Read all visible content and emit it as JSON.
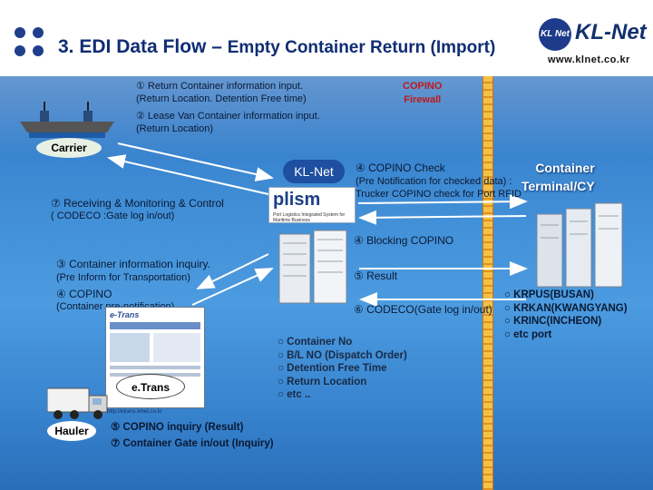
{
  "header": {
    "title_main": "3. EDI Data Flow",
    "title_sub": "Empty Container Return (Import)",
    "dash": "–",
    "logo_badge": "KL Net",
    "logo_text": "KL-Net",
    "url": "www.klnet.co.kr"
  },
  "firewall": {
    "label_line1": "COPINO",
    "label_line2": "Firewall"
  },
  "carrier": {
    "label": "Carrier",
    "step1": "① Return Container information input.",
    "step1_detail": "(Return Location. Detention Free time)",
    "step2": "② Lease Van Container information input.",
    "step2_detail": "(Return Location)"
  },
  "receiving": {
    "step7": "⑦ Receiving  & Monitoring & Control",
    "step7_detail": "( CODECO :Gate log in/out)"
  },
  "klnet": {
    "tag": "KL-Net",
    "plism_word": "plism",
    "plism_desc": "Port Logistics Integrated System for Maritime Business"
  },
  "terminal": {
    "label_line1": "Container",
    "label_line2": "Terminal/CY",
    "step4": "④ COPINO Check",
    "step4_detail": "(Pre  Notification for checked data) :",
    "step4_detail2": "Trucker COPINO check for Port RFID",
    "blocking": "④ Blocking COPINO",
    "result": "⑤ Result",
    "codeco": "⑥ CODECO(Gate log in/out)"
  },
  "inquiry": {
    "step3": "③ Container information inquiry.",
    "step3_detail": "(Pre Inform  for Transportation)",
    "step4": "④ COPINO",
    "step4_detail": "(Container pre-notification)"
  },
  "ports": [
    "○ KRPUS(BUSAN)",
    "○ KRKAN(KWANGYANG)",
    "○ KRINC(INCHEON)",
    "○ etc port"
  ],
  "copino_items": [
    "○ Container No",
    "○ B/L NO (Dispatch Order)",
    "○ Detention Free Time",
    "○ Return Location",
    "○ etc .."
  ],
  "etrans": {
    "label": "e-Trans",
    "bubble": "e.Trans",
    "url": "http://etrans.klnet.co.kr"
  },
  "hauler": {
    "label": "Hauler",
    "step5": "⑤ COPINO inquiry (Result)",
    "step7": "⑦ Container Gate in/out (Inquiry)"
  }
}
